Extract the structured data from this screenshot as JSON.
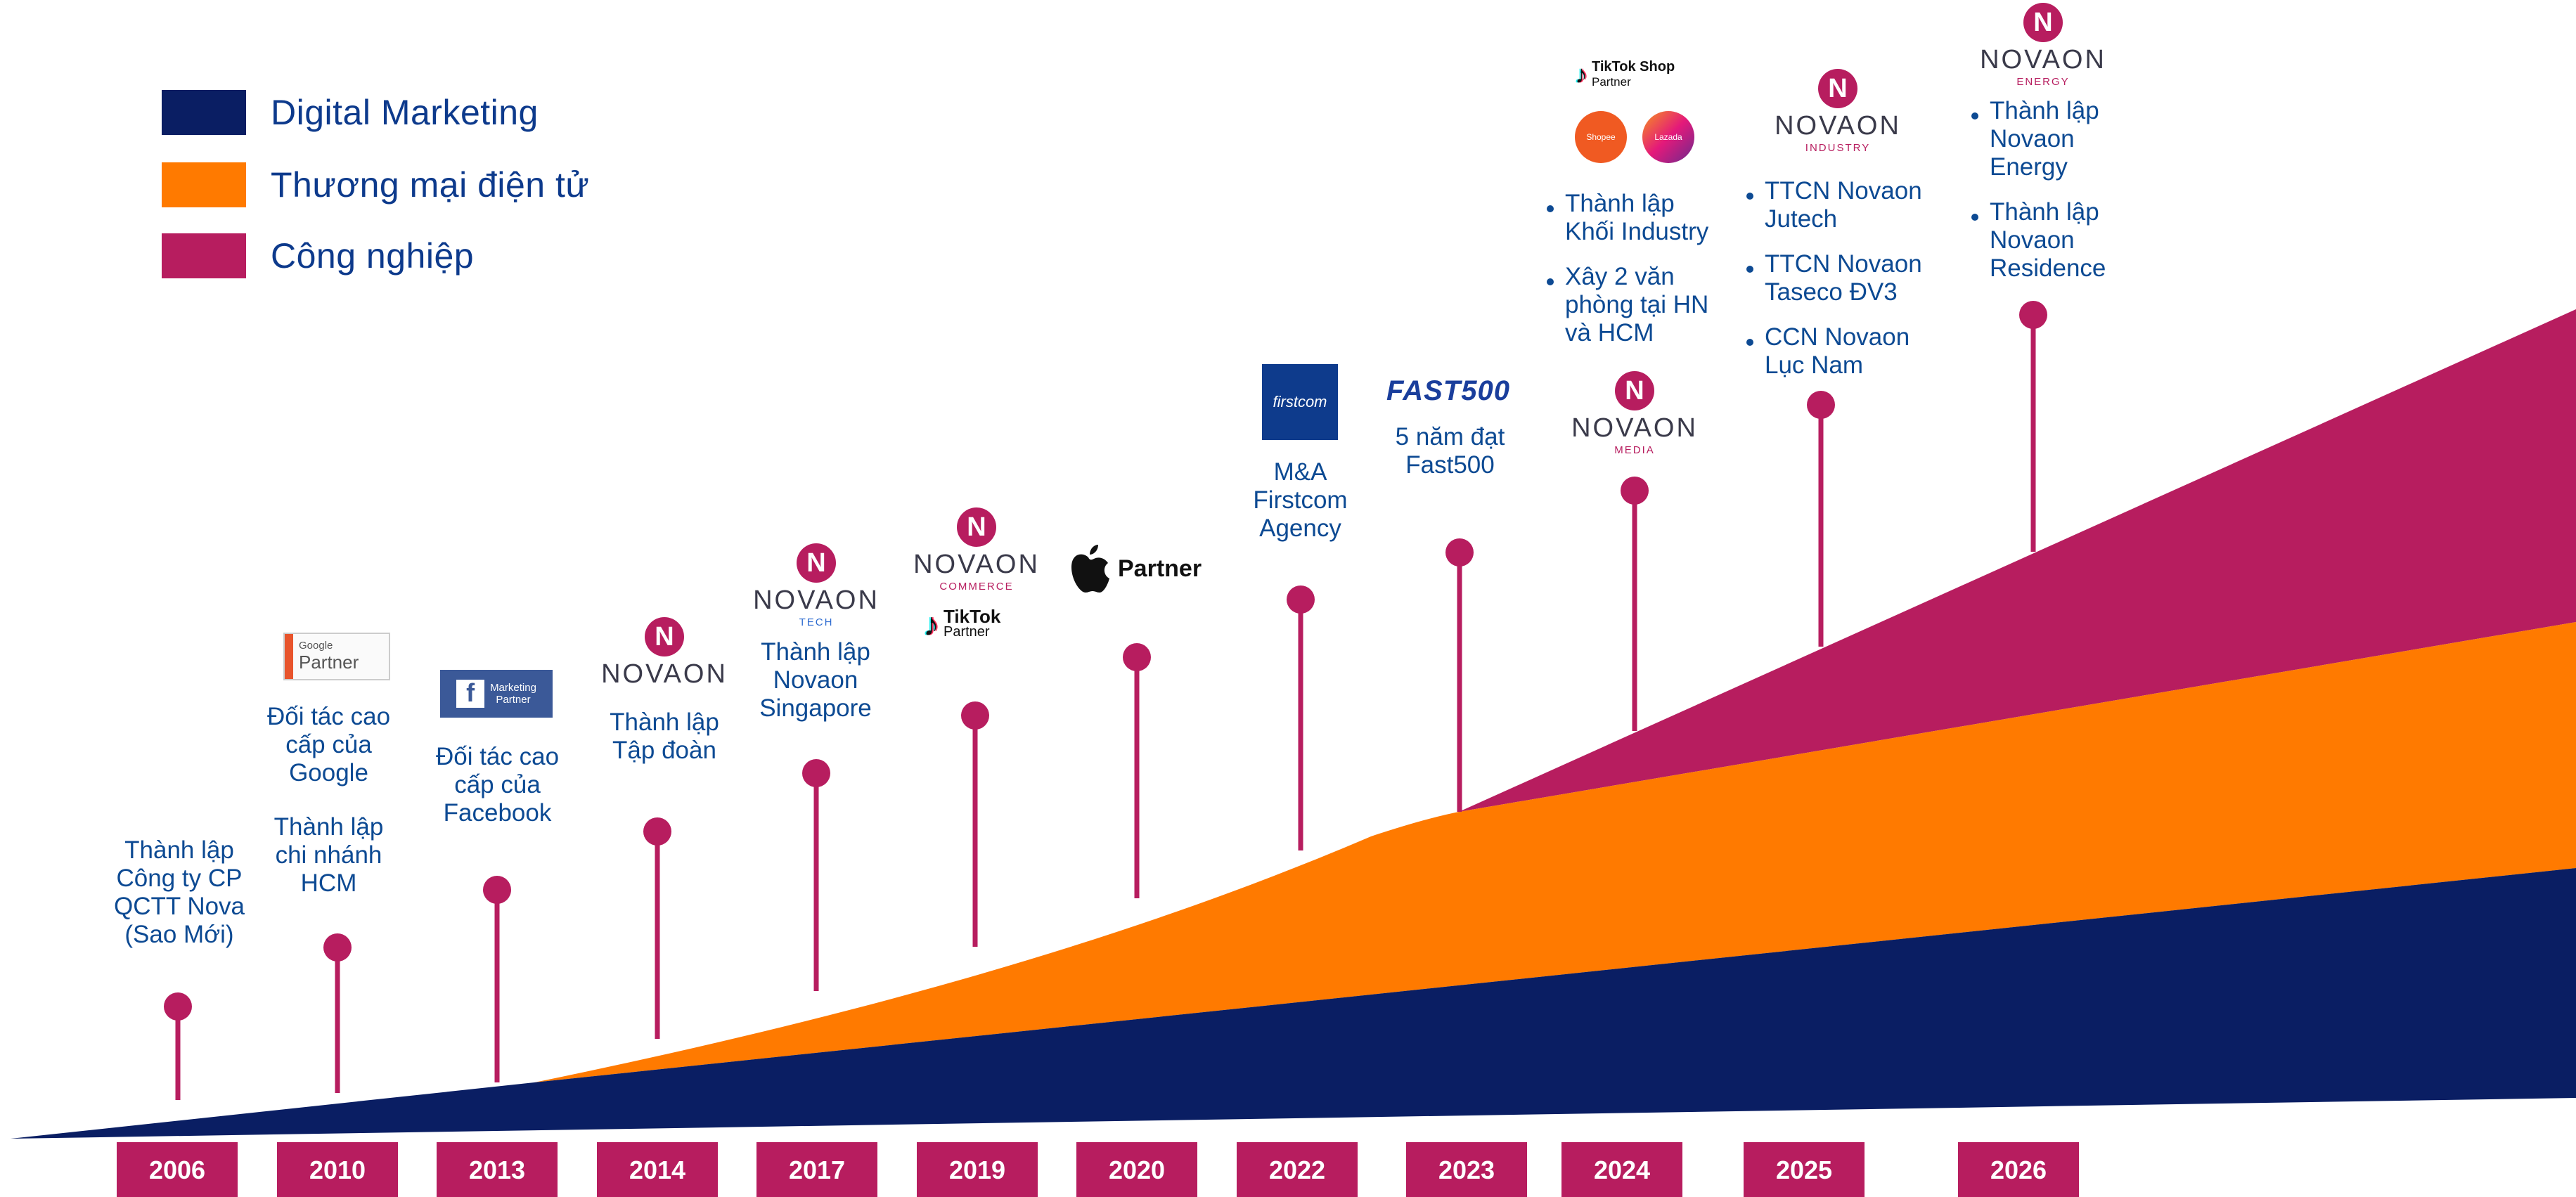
{
  "legend": {
    "items": [
      {
        "label": "Digital Marketing",
        "color": "#0a1e63"
      },
      {
        "label": "Thương mại điện tử",
        "color": "#ff7a00"
      },
      {
        "label": "Công nghiệp",
        "color": "#b71d5f"
      }
    ]
  },
  "colors": {
    "marker": "#b71d5f",
    "caption_text": "#0d4a93",
    "badge_bg": "#b71d5f",
    "badge_text": "#ffffff"
  },
  "timeline": {
    "years": [
      "2006",
      "2010",
      "2013",
      "2014",
      "2017",
      "2019",
      "2020",
      "2022",
      "2023",
      "2024",
      "2025",
      "2026"
    ],
    "captions": {
      "y2006": "Thành lập\nCông ty CP\nQCTT Nova\n(Sao Mới)",
      "y2010_partner": "Đối tác cao\ncấp của\nGoogle",
      "y2010_branch": "Thành lập\nchi nhánh\nHCM",
      "y2013": "Đối tác cao\ncấp của\nFacebook",
      "y2014": "Thành lập\nTập đoàn",
      "y2017": "Thành lập\nNovaon\nSingapore",
      "y2022": "M&A\nFirstcom\nAgency",
      "y2023": "5 năm đạt\nFast500"
    },
    "bullets_2024": [
      "Thành lập\nKhối Industry",
      "Xây 2 văn\nphòng tại HN\nvà HCM"
    ],
    "bullets_2025": [
      "TTCN Novaon\nJutech",
      "TTCN Novaon\nTaseco ĐV3",
      "CCN Novaon\nLục Nam"
    ],
    "bullets_2026": [
      "Thành lập\nNovaon\nEnergy",
      "Thành lập\nNovaon\nResidence"
    ]
  },
  "logos": {
    "novaon_mark": "N",
    "novaon_word": "NOVAON",
    "google_small": "Google",
    "google_partner": "Partner",
    "facebook_f": "f",
    "facebook_text": "Marketing\nPartner",
    "novaon_tech_sub": "TECH",
    "novaon_commerce_sub": "COMMERCE",
    "tiktok_word": "TikTok",
    "tiktok_partner": "Partner",
    "tiktok_shop_word": "TikTok Shop",
    "apple_partner": "Partner",
    "firstcom_word": "firstcom",
    "fast500_word": "FAST500",
    "novaon_media_sub": "MEDIA",
    "shopee_word": "Shopee",
    "lazada_word": "Lazada",
    "novaon_industry_sub": "INDUSTRY",
    "novaon_energy_sub": "ENERGY"
  }
}
